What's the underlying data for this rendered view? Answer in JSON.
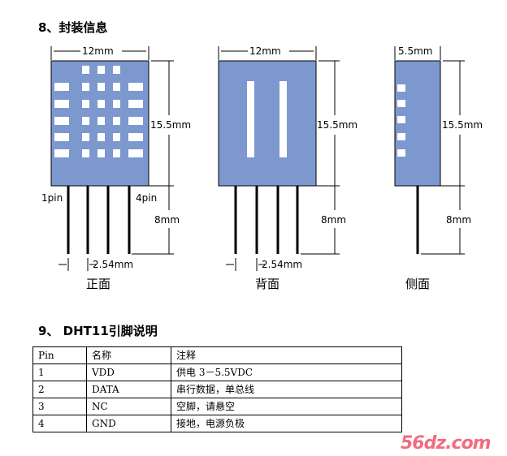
{
  "section8": {
    "title": "8、封装信息"
  },
  "figure": {
    "front": {
      "width": "12mm",
      "height": "15.5mm",
      "pins_len": "8mm",
      "pin_left": "1pin",
      "pin_right": "4pin",
      "pitch": "2.54mm",
      "caption": "正面"
    },
    "back": {
      "width": "12mm",
      "height": "15.5mm",
      "pins_len": "8mm",
      "pitch": "2.54mm",
      "caption": "背面"
    },
    "side": {
      "width": "5.5mm",
      "height": "15.5mm",
      "pins_len": "8mm",
      "caption": "侧面"
    },
    "body_color": "#7c98cf"
  },
  "section9": {
    "title": "9、 DHT11引脚说明"
  },
  "pin_table": {
    "headers": [
      "Pin",
      "名称",
      "注释"
    ],
    "rows": [
      [
        "1",
        "VDD",
        "供电 3－5.5VDC"
      ],
      [
        "2",
        "DATA",
        "串行数据，单总线"
      ],
      [
        "3",
        "NC",
        "空脚，请悬空"
      ],
      [
        "4",
        "GND",
        "接地，电源负极"
      ]
    ]
  },
  "watermark": {
    "text": "56dz.com",
    "color": "#f26b7e"
  }
}
